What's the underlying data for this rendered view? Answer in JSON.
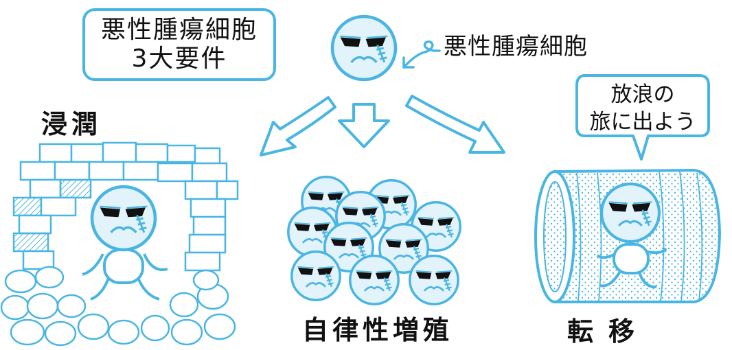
{
  "title": {
    "line1": "悪性腫瘍細胞",
    "line2": "3大要件"
  },
  "cell_label": "悪性腫瘍細胞",
  "branches": [
    {
      "label": "浸潤"
    },
    {
      "label": "自律性増殖"
    },
    {
      "label": "転移"
    }
  ],
  "speech_bubble": {
    "line1": "放浪の",
    "line2": "旅に出よう"
  },
  "colors": {
    "line": "#49b5e3",
    "face": "#e3f3fb",
    "ink": "#111111"
  }
}
